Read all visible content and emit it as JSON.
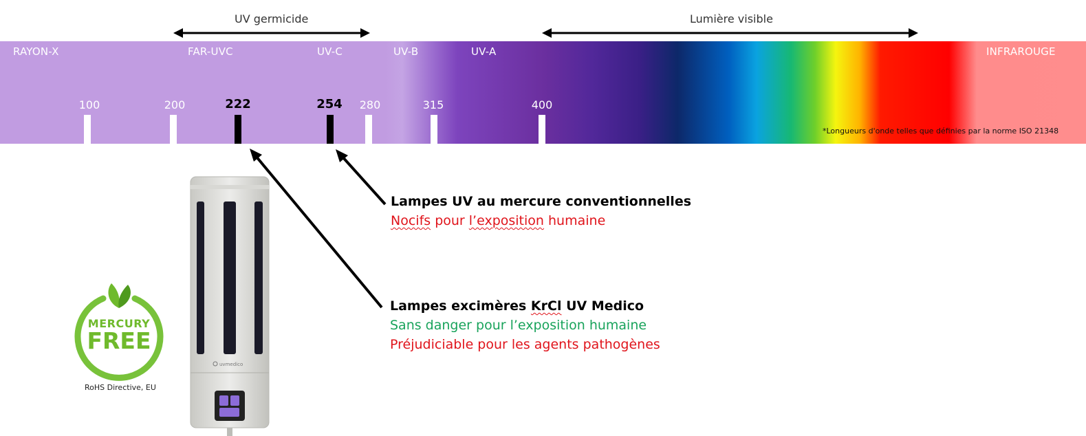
{
  "header": {
    "germicidal_label": "UV germicide",
    "visible_label": "Lumière visible"
  },
  "spectrum": {
    "regions": {
      "xray": "RAYON-X",
      "far_uvc": "FAR-UVC",
      "uvc": "UV-C",
      "uvb": "UV-B",
      "uva": "UV-A",
      "infrared": "INFRAROUGE"
    },
    "wavelengths": {
      "w100": "100",
      "w200": "200",
      "w222": "222",
      "w254": "254",
      "w280": "280",
      "w315": "315",
      "w400": "400"
    },
    "footnote": "*Longueurs d'onde telles que définies par la norme ISO 21348"
  },
  "callouts": {
    "mercury": {
      "title": "Lampes UV au mercure conventionnelles",
      "line1_a": "Nocifs",
      "line1_b": " pour ",
      "line1_c": "l’exposition",
      "line1_d": " humaine"
    },
    "excimer": {
      "title_a": "Lampes excimères ",
      "title_b": "KrCl",
      "title_c": " UV Medico",
      "line1": "Sans danger pour l’exposition humaine",
      "line2": "Préjudiciable pour les agents pathogènes"
    }
  },
  "badge": {
    "line1": "MERCURY",
    "line2": "FREE",
    "caption": "RoHS Directive, EU"
  },
  "device": {
    "brand": "uvmedico"
  },
  "colors": {
    "accent_green": "#6fba2c",
    "warning_red": "#e0141b",
    "safe_green": "#19a35b"
  }
}
